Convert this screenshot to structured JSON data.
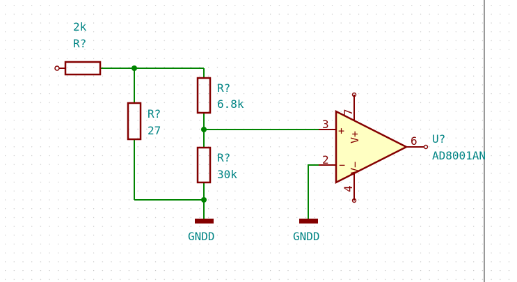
{
  "components": {
    "r1": {
      "value": "2k",
      "ref": "R?"
    },
    "r2": {
      "ref": "R?",
      "value": "27"
    },
    "r3": {
      "ref": "R?",
      "value": "6.8k"
    },
    "r4": {
      "ref": "R?",
      "value": "30k"
    },
    "u1": {
      "ref": "U?",
      "value": "AD8001AN",
      "pins": {
        "noninv": "3",
        "inv": "2",
        "out": "6",
        "vpos": "7",
        "vneg": "4"
      },
      "symbols": {
        "plus": "+",
        "minus": "−",
        "vplus": "V+",
        "vminus": "V−"
      }
    }
  },
  "power": {
    "gnd1": "GNDD",
    "gnd2": "GNDD"
  },
  "colors": {
    "wire": "#008400",
    "component": "#840000",
    "label": "#008484",
    "body_fill": "#FFFFC2",
    "grid": "#bdbdbd",
    "junction": "#008400"
  }
}
